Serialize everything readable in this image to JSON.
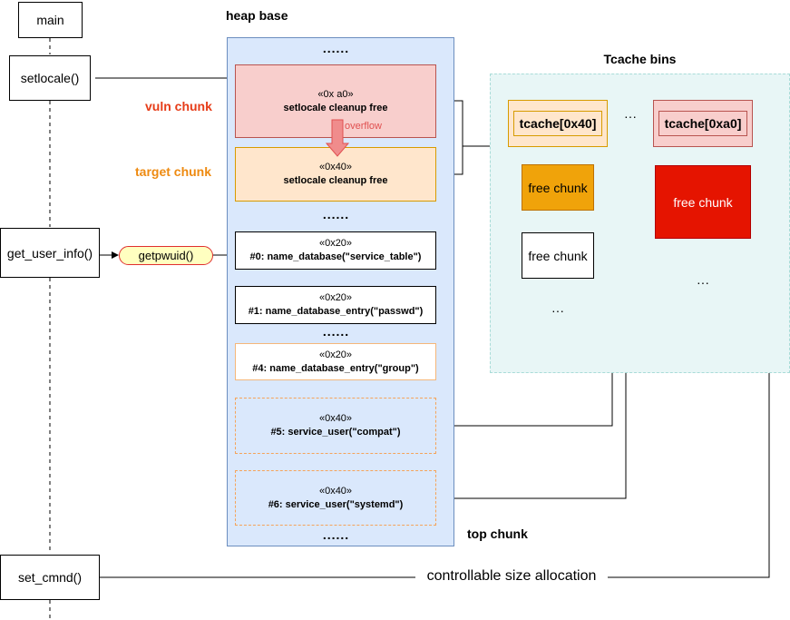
{
  "lifeline": {
    "main": "main",
    "setlocale": "setlocale()",
    "get_user_info": "get_user_info()",
    "set_cmnd": "set_cmnd()"
  },
  "getpwuid": "getpwuid()",
  "heap": {
    "title": "heap base",
    "top_chunk": "top chunk",
    "dots": "......",
    "vuln_label": "vuln chunk",
    "target_label": "target chunk",
    "overflow": "overflow",
    "chunks": [
      {
        "size": "«0x a0»",
        "name": "setlocale cleanup free"
      },
      {
        "size": "«0x40»",
        "name": "setlocale cleanup free"
      },
      {
        "size": "«0x20»",
        "name": "#0: name_database(\"service_table\")"
      },
      {
        "size": "«0x20»",
        "name": "#1: name_database_entry(\"passwd\")"
      },
      {
        "size": "«0x20»",
        "name": "#4: name_database_entry(\"group\")"
      },
      {
        "size": "«0x40»",
        "name": "#5: service_user(\"compat\")"
      },
      {
        "size": "«0x40»",
        "name": "#6: service_user(\"systemd\")"
      }
    ]
  },
  "tcache": {
    "title": "Tcache bins",
    "bin40": "tcache[0x40]",
    "bin_a0": "tcache[0xa0]",
    "between": "···",
    "free_chunk": "free chunk",
    "ellipsis": "···"
  },
  "edge_label": "controllable size allocation",
  "colors": {
    "red_label": "#e63c18",
    "orange_label": "#ee8a10",
    "free_orange": "#f0a30a",
    "free_red": "#e51400",
    "overflow_red": "#e05050"
  }
}
